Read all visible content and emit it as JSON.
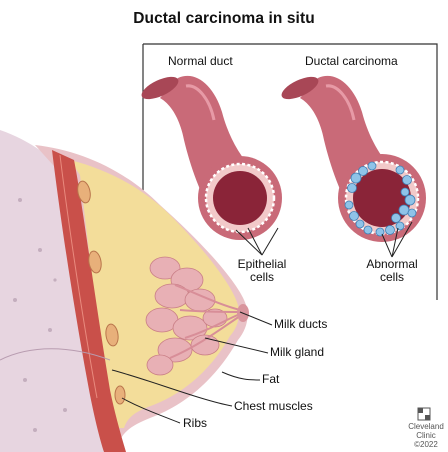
{
  "title": "Ductal carcinoma in situ",
  "panels": {
    "normal_label": "Normal duct",
    "carcinoma_label": "Ductal carcinoma"
  },
  "callouts": {
    "epithelial_line1": "Epithelial",
    "epithelial_line2": "cells",
    "abnormal_line1": "Abnormal",
    "abnormal_line2": "cells"
  },
  "anatomy_labels": {
    "milk_ducts": "Milk ducts",
    "milk_gland": "Milk gland",
    "fat": "Fat",
    "chest_muscles": "Chest muscles",
    "ribs": "Ribs"
  },
  "credit": {
    "line1": "Cleveland",
    "line2": "Clinic",
    "line3": "©2022"
  },
  "colors": {
    "duct_tissue": "#c96a78",
    "duct_lumen": "#8a2438",
    "epithelium": "#f2c9c9",
    "abnormal_cells": "#8fc3e8",
    "fat": "#f3dd9a",
    "muscle": "#c9504a",
    "skin": "#e9c2c7",
    "gland": "#e8b0b5"
  }
}
